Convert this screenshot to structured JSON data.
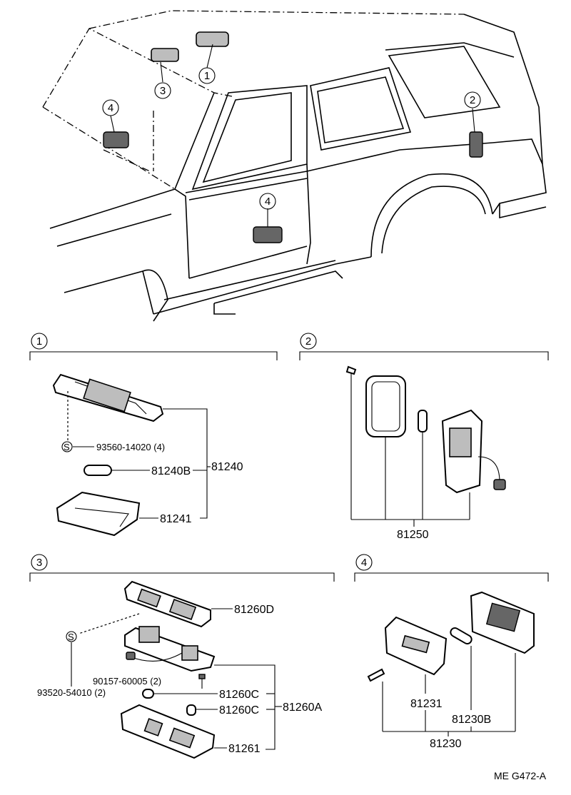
{
  "callouts": {
    "c1": "1",
    "c2": "2",
    "c3": "3",
    "c4": "4"
  },
  "section1": {
    "number": "1",
    "screw": "93560-14020 (4)",
    "screw_symbol": "S",
    "bulb": "81240B",
    "assembly": "81240",
    "lens": "81241"
  },
  "section2": {
    "number": "2",
    "assembly": "81250"
  },
  "section3": {
    "number": "3",
    "cover": "81260D",
    "screw_a": "90157-60005 (2)",
    "screw_b": "93520-54010 (2)",
    "screw_symbol": "S",
    "bulb1": "81260C",
    "bulb2": "81260C",
    "assembly": "81260A",
    "lens": "81261"
  },
  "section4": {
    "number": "4",
    "lens": "81231",
    "bulb": "81230B",
    "assembly": "81230"
  },
  "footer": {
    "ref": "ME G472-A"
  }
}
